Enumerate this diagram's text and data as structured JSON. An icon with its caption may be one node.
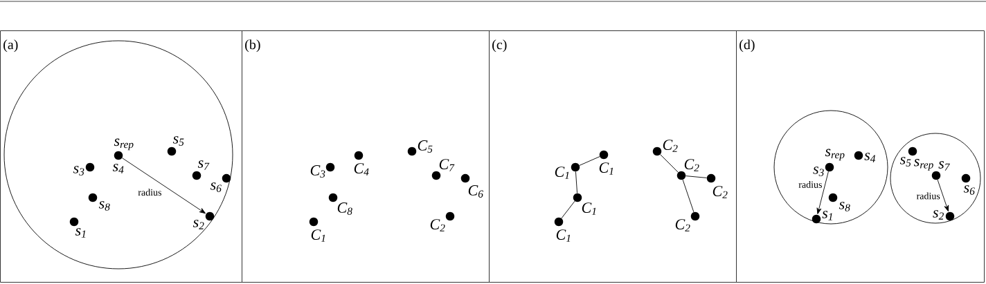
{
  "diagram": {
    "nodes": [
      {
        "text": [
          "(a)"
        ]
      },
      {
        "text": [],
        "shape": "circle",
        "in": 0
      },
      {
        "text": [],
        "shape": "dot",
        "beside": [
          "s$_{5}$"
        ],
        "in": 1
      },
      {
        "text": [],
        "shape": "dot",
        "beside": [
          "s$_{rep}$",
          "s$_{4}$"
        ],
        "in": 1
      },
      {
        "text": [],
        "shape": "dot",
        "beside": [
          "s$_{3}$"
        ],
        "in": 1
      },
      {
        "text": [],
        "shape": "dot",
        "beside": [
          "s$_{7}$"
        ],
        "in": 1
      },
      {
        "text": [],
        "shape": "dot",
        "beside": [
          "s$_{6}$"
        ],
        "in": 1
      },
      {
        "text": [],
        "shape": "dot",
        "beside": [
          "s$_{8}$"
        ],
        "in": 1
      },
      {
        "text": [],
        "shape": "dot",
        "beside": [
          "s$_{2}$"
        ],
        "in": 1
      },
      {
        "text": [],
        "shape": "dot",
        "beside": [
          "s$_{1}$"
        ],
        "in": 1
      },
      {
        "text": [
          "(b)"
        ]
      },
      {
        "text": [],
        "shape": "dot",
        "beside": [
          "C$_{5}$"
        ],
        "in": 10
      },
      {
        "text": [],
        "shape": "dot",
        "beside": [
          "C$_{4}$"
        ],
        "in": 10
      },
      {
        "text": [],
        "shape": "dot",
        "beside": [
          "C$_{3}$"
        ],
        "in": 10
      },
      {
        "text": [],
        "shape": "dot",
        "beside": [
          "C$_{7}$"
        ],
        "in": 10
      },
      {
        "text": [],
        "shape": "dot",
        "beside": [
          "C$_{6}$"
        ],
        "in": 10
      },
      {
        "text": [],
        "shape": "dot",
        "beside": [
          "C$_{8}$"
        ],
        "in": 10
      },
      {
        "text": [],
        "shape": "dot",
        "beside": [
          "C$_{2}$"
        ],
        "in": 10
      },
      {
        "text": [],
        "shape": "dot",
        "beside": [
          "C$_{1}$"
        ],
        "in": 10
      },
      {
        "text": [
          "(c)"
        ]
      },
      {
        "text": [],
        "shape": "dot",
        "beside": [
          "C$_{2}$"
        ],
        "in": 19
      },
      {
        "text": [],
        "shape": "dot",
        "beside": [
          "C$_{1}$"
        ],
        "in": 19
      },
      {
        "text": [],
        "shape": "dot",
        "beside": [
          "C$_{1}$"
        ],
        "in": 19
      },
      {
        "text": [],
        "shape": "dot",
        "beside": [
          "C$_{2}$"
        ],
        "in": 19
      },
      {
        "text": [],
        "shape": "dot",
        "beside": [
          "C$_{2}$"
        ],
        "in": 19
      },
      {
        "text": [],
        "shape": "dot",
        "beside": [
          "C$_{1}$"
        ],
        "in": 19
      },
      {
        "text": [],
        "shape": "dot",
        "beside": [
          "C$_{2}$"
        ],
        "in": 19
      },
      {
        "text": [],
        "shape": "dot",
        "beside": [
          "C$_{1}$"
        ],
        "in": 19
      },
      {
        "text": [
          "(d)"
        ]
      },
      {
        "text": [],
        "shape": "circle",
        "in": 28
      },
      {
        "text": [],
        "shape": "circle",
        "in": 28
      },
      {
        "text": [],
        "shape": "dot",
        "beside": [
          "s$_{5}$"
        ],
        "in": 30
      },
      {
        "text": [],
        "shape": "dot",
        "beside": [
          "s$_{4}$"
        ],
        "in": 29
      },
      {
        "text": [],
        "shape": "dot",
        "beside": [
          "s$_{rep}$",
          "s$_{3}$"
        ],
        "in": 29
      },
      {
        "text": [],
        "shape": "dot",
        "beside": [
          "s$_{rep}$",
          "s$_{7}$"
        ],
        "in": 30
      },
      {
        "text": [],
        "shape": "dot",
        "beside": [
          "s$_{6}$"
        ],
        "in": 30
      },
      {
        "text": [],
        "shape": "dot",
        "beside": [
          "s$_{8}$"
        ],
        "in": 29
      },
      {
        "text": [],
        "shape": "dot",
        "beside": [
          "s$_{2}$"
        ],
        "in": 30
      },
      {
        "text": [],
        "shape": "dot",
        "beside": [
          "s$_{1}$"
        ],
        "in": 29
      }
    ],
    "edges": [
      {
        "from": 3,
        "to": 8,
        "arrow": "to",
        "label": "radius"
      },
      {
        "from": 22,
        "to": 21,
        "arrow": "none"
      },
      {
        "from": 22,
        "to": 25,
        "arrow": "none"
      },
      {
        "from": 25,
        "to": 27,
        "arrow": "none"
      },
      {
        "from": 20,
        "to": 23,
        "arrow": "none"
      },
      {
        "from": 23,
        "to": 24,
        "arrow": "none"
      },
      {
        "from": 23,
        "to": 26,
        "arrow": "none"
      },
      {
        "from": 33,
        "to": 38,
        "arrow": "to",
        "label": "radius"
      },
      {
        "from": 34,
        "to": 37,
        "arrow": "to",
        "label": "radius"
      }
    ]
  }
}
